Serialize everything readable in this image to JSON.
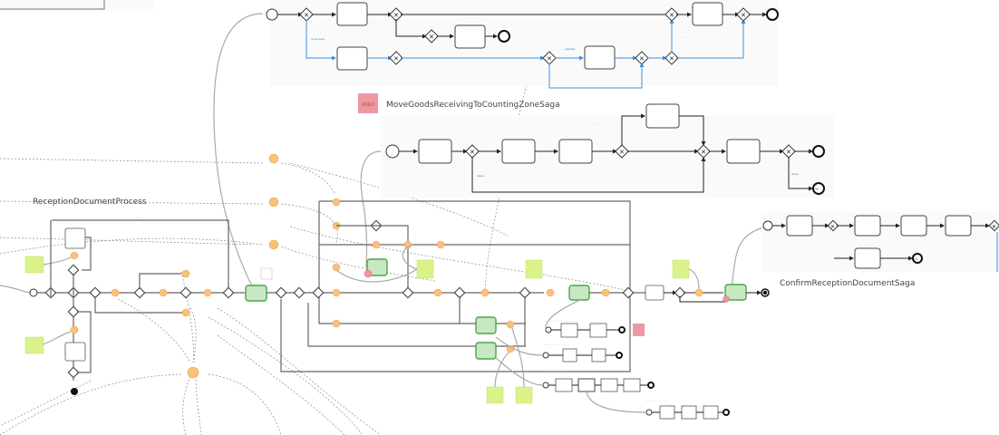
{
  "diagram": {
    "type": "BPMN process map",
    "colors": {
      "sequence_flow": "#222222",
      "conditional_flow": "#3b8fe3",
      "message_flow_dotted": "#999999",
      "event_orange": "#f9c27a",
      "call_activity_green": "#c7e8c3",
      "call_activity_border": "#4aa64a",
      "annotation_note": "#d9f28a",
      "pink_marker": "#ee98a2"
    },
    "pools": [
      {
        "name": "ReceptionDocumentProcess"
      },
      {
        "name": "MoveGoodsReceivingToCountingZoneSaga"
      },
      {
        "name": "ConfirmReceptionDocumentSaga"
      }
    ],
    "markers": {
      "pink_label": "ADEO"
    }
  }
}
